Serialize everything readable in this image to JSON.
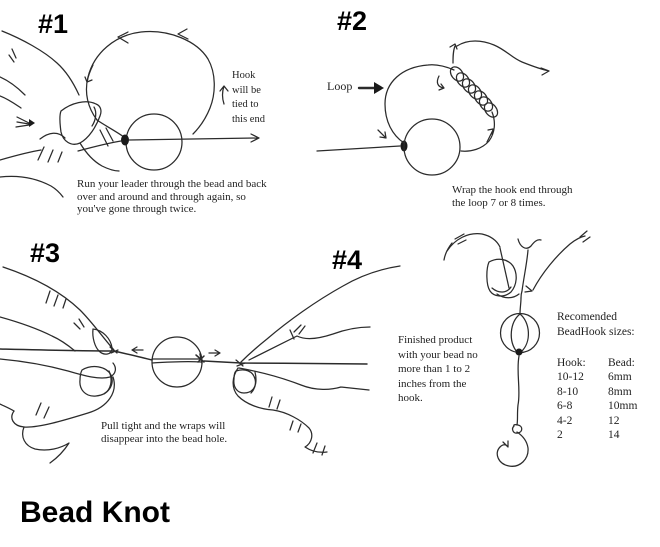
{
  "title": "Bead Knot",
  "steps": {
    "one": {
      "label": "#1",
      "hook_note": "Hook\nwill be\ntied to\nthis end",
      "caption": "Run your leader through the bead and back\nover and around and through again, so\nyou've gone through twice."
    },
    "two": {
      "label": "#2",
      "loop_label": "Loop",
      "caption": "Wrap the hook end through\nthe loop 7 or 8 times."
    },
    "three": {
      "label": "#3",
      "caption": "Pull tight and the wraps will\ndisappear into the bead hole."
    },
    "four": {
      "label": "#4",
      "caption": "Finished product\nwith your bead no\nmore than 1 to 2\ninches from the\nhook.",
      "sizes_heading": "Recomended\nBeadHook sizes:",
      "table": {
        "hook_header": "Hook:",
        "bead_header": "Bead:",
        "rows": [
          {
            "hook": "10-12",
            "bead": "6mm"
          },
          {
            "hook": "8-10",
            "bead": "8mm"
          },
          {
            "hook": "6-8",
            "bead": "10mm"
          },
          {
            "hook": "4-2",
            "bead": "12"
          },
          {
            "hook": "2",
            "bead": "14"
          }
        ]
      }
    }
  },
  "colors": {
    "ink": "#2b2b2b",
    "background": "#ffffff"
  }
}
